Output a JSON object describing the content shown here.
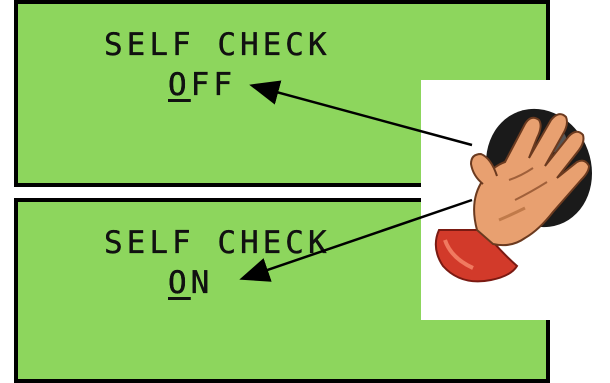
{
  "panels": [
    {
      "title": "SELF CHECK",
      "cursor_char": "O",
      "value_rest": "FF"
    },
    {
      "title": "SELF CHECK",
      "cursor_char": "O",
      "value_rest": "N"
    }
  ],
  "colors": {
    "lcd_background": "#8dd65d",
    "lcd_border": "#000000",
    "lcd_text": "#111111"
  },
  "icons": {
    "hand": "hand-turning-knob-icon",
    "pointer": "arrow-icon"
  }
}
